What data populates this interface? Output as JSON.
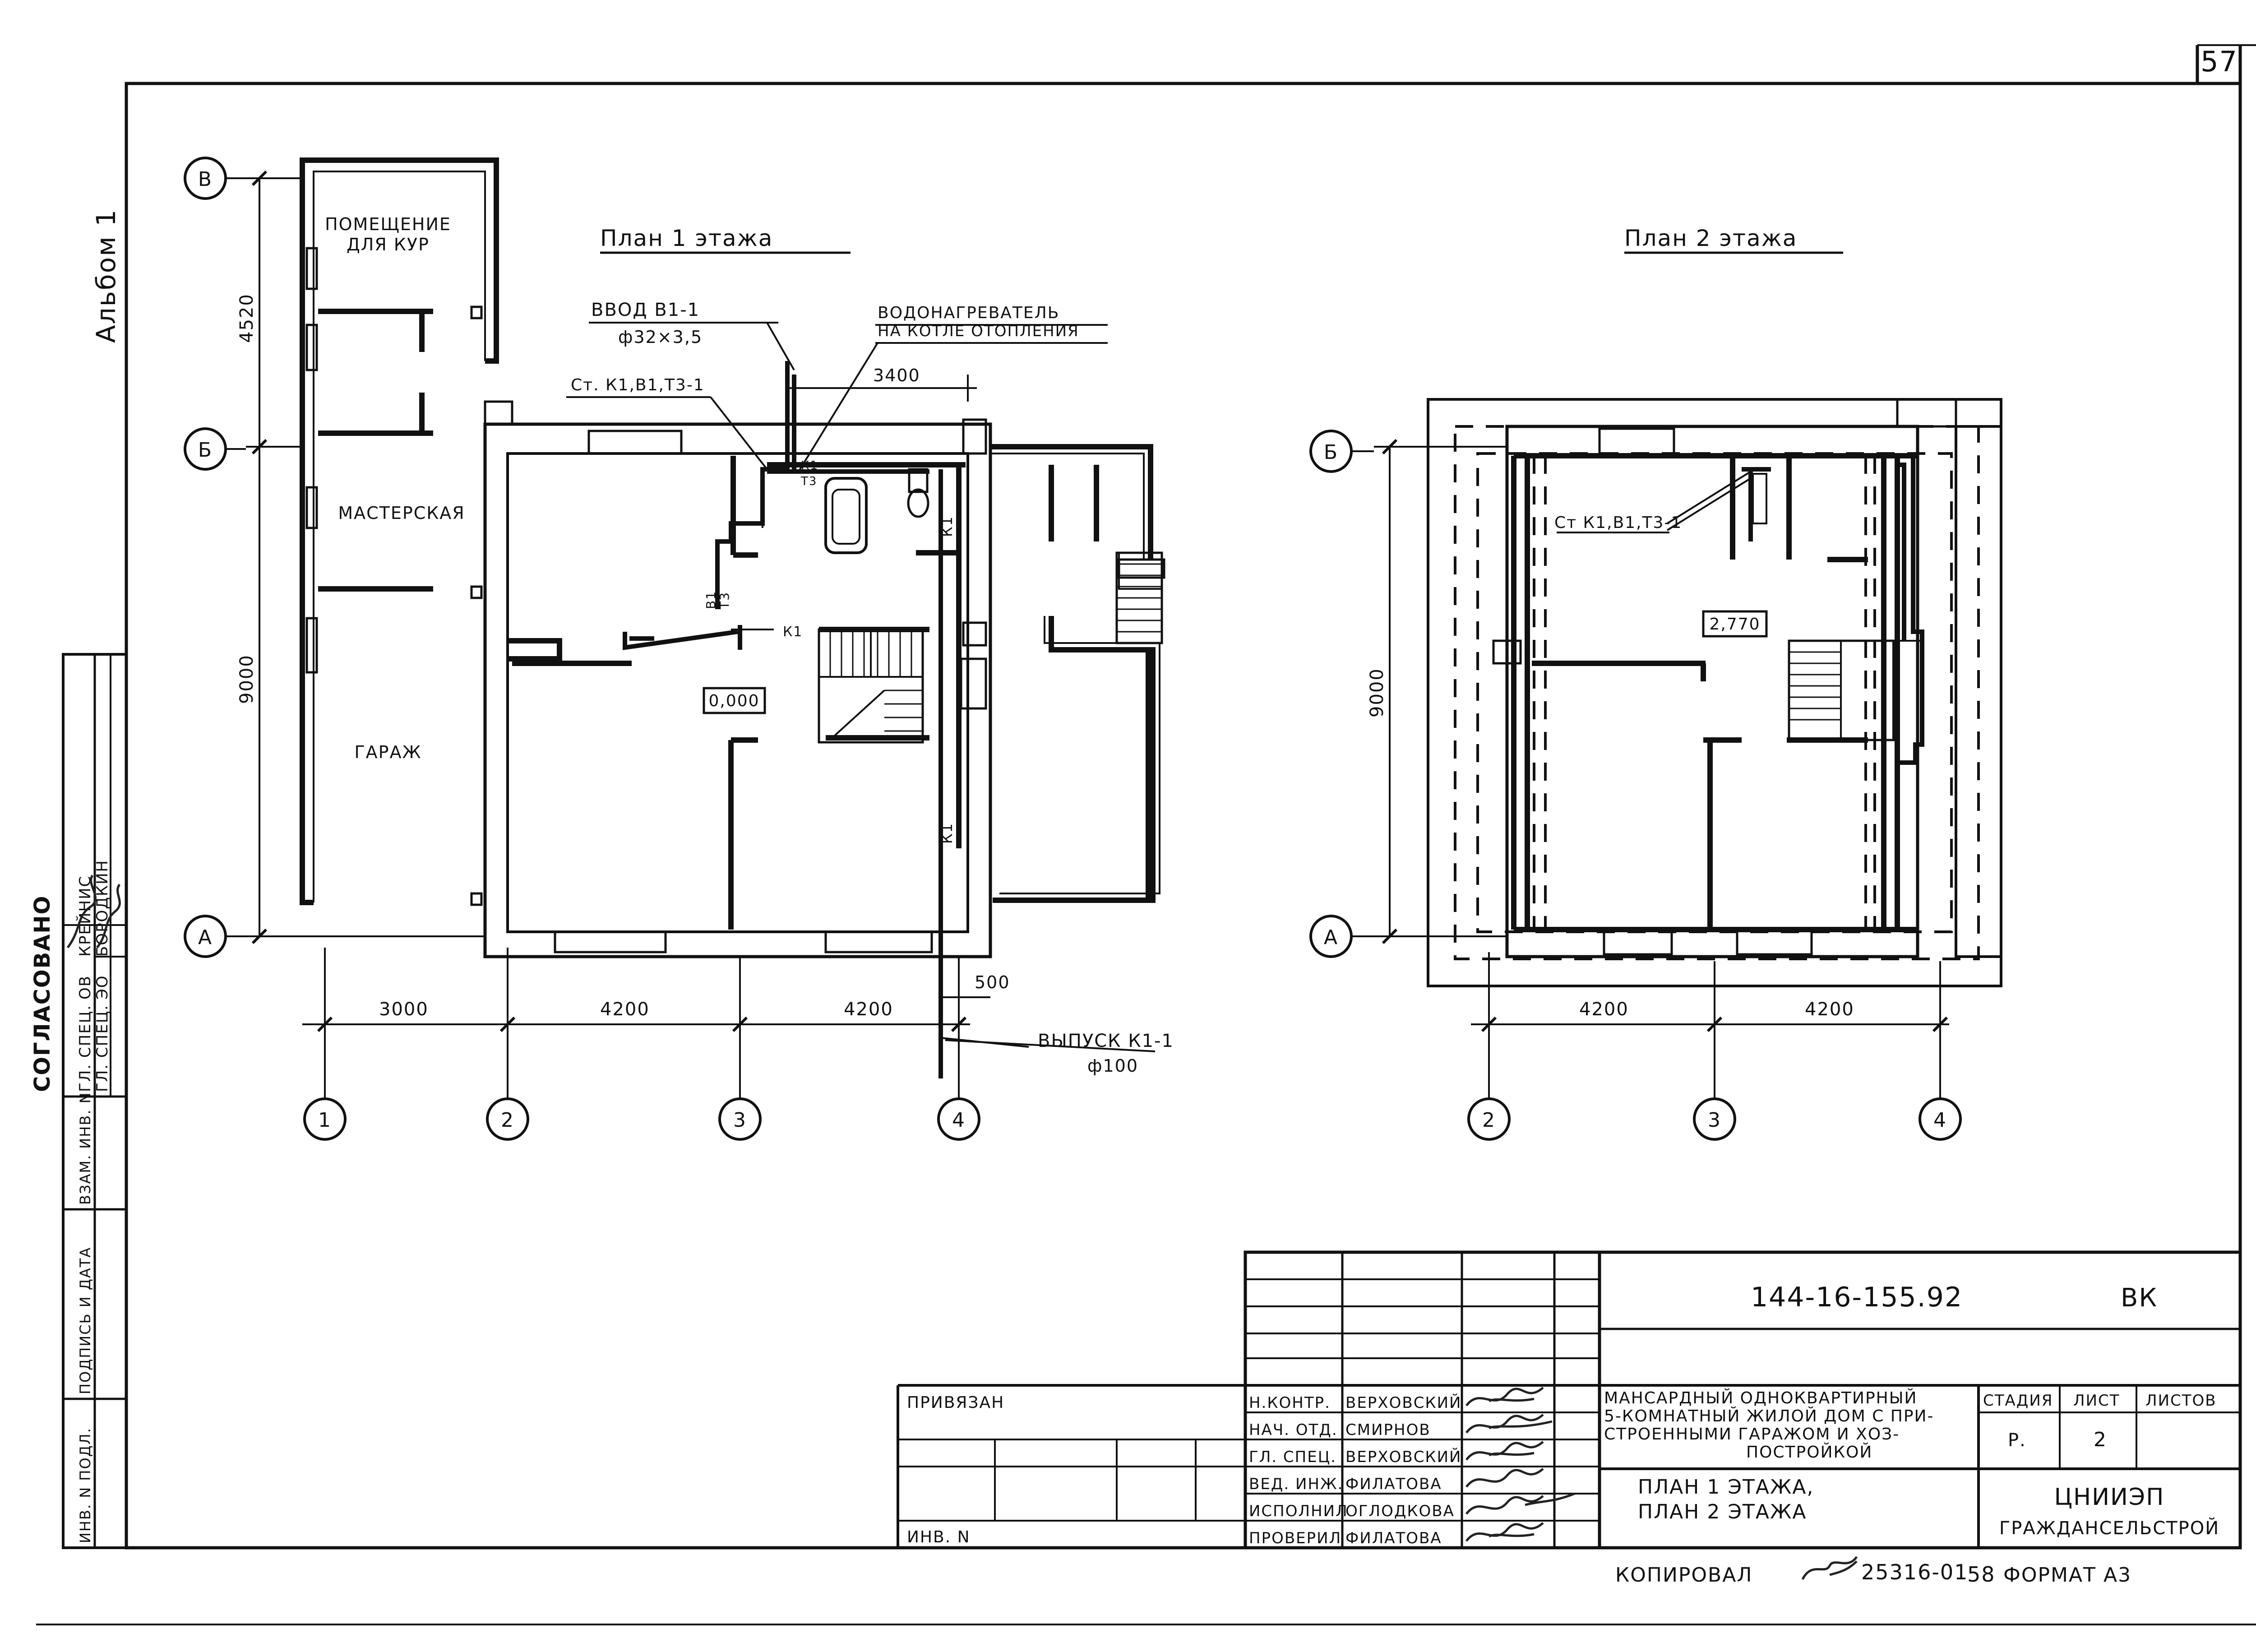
{
  "sheet": {
    "page_number": "57",
    "album": "Альбом 1",
    "copied": "КОПИРОВАЛ",
    "copy_code": "25316-01",
    "copy_num": "58",
    "format": "ФОРМАТ А3"
  },
  "approval_block": {
    "title": "СОГЛАСОВАНО",
    "row1": [
      "ГЛ. СПЕЦ.",
      "ОВ",
      "КРЕЙНИС"
    ],
    "row2": [
      "ГЛ. СПЕЦ.",
      "ЭО",
      "БОРОДКИН"
    ],
    "side_labels": [
      "ВЗАМ. ИНВ. N",
      "ПОДПИСЬ И ДАТА",
      "ИНВ. N ПОДЛ."
    ]
  },
  "plan1": {
    "title": "План 1 этажа",
    "rooms": {
      "coop1": "ПОМЕЩЕНИЕ",
      "coop2": "ДЛЯ КУР",
      "workshop": "МАСТЕРСКАЯ",
      "garage": "ГАРАЖ"
    },
    "labels": {
      "inlet": "ВВОД В1-1",
      "inlet_pipe": "ф32×3,5",
      "riser": "Ст. К1,В1,Т3-1",
      "heater1": "ВОДОНАГРЕВАТЕЛЬ",
      "heater2": "НА КОТЛЕ ОТОПЛЕНИЯ",
      "outlet": "ВЫПУСК К1-1",
      "outlet_pipe": "ф100",
      "level": "0,000",
      "k1": "К1",
      "b1": "В1",
      "t3": "Т3"
    },
    "dims": {
      "d4520": "4520",
      "d9000": "9000",
      "d3400": "3400",
      "d3000": "3000",
      "d4200a": "4200",
      "d4200b": "4200",
      "d500": "500"
    },
    "axes_rows": [
      "В",
      "Б",
      "А"
    ],
    "axes_cols": [
      "1",
      "2",
      "3",
      "4"
    ]
  },
  "plan2": {
    "title": "План 2 этажа",
    "labels": {
      "riser": "Ст К1,В1,Т3-1",
      "level": "2,770"
    },
    "dims": {
      "d9000": "9000",
      "d4200a": "4200",
      "d4200b": "4200"
    },
    "axes_rows": [
      "Б",
      "А"
    ],
    "axes_cols": [
      "2",
      "3",
      "4"
    ]
  },
  "title_block": {
    "code": "144-16-155.92",
    "mark": "ВК",
    "bound": "ПРИВЯЗАН",
    "inv": "ИНВ. N",
    "project1": "МАНСАРДНЫЙ ОДНОКВАРТИРНЫЙ",
    "project2": "5-КОМНАТНЫЙ ЖИЛОЙ ДОМ С ПРИ-",
    "project3": "СТРОЕННЫМИ ГАРАЖОМ И ХОЗ-",
    "project4": "ПОСТРОЙКОЙ",
    "sheet_title1": "ПЛАН 1 ЭТАЖА,",
    "sheet_title2": "ПЛАН 2 ЭТАЖА",
    "stage_h": "СТАДИЯ",
    "sheet_h": "ЛИСТ",
    "sheets_h": "ЛИСТОВ",
    "stage": "Р.",
    "sheet": "2",
    "org1": "ЦНИИЭП",
    "org2": "ГРАЖДАНСЕЛЬСТРОЙ",
    "roles": [
      {
        "role": "Н.КОНТР.",
        "name": "ВЕРХОВСКИЙ"
      },
      {
        "role": "НАЧ. ОТД.",
        "name": "СМИРНОВ"
      },
      {
        "role": "ГЛ. СПЕЦ.",
        "name": "ВЕРХОВСКИЙ"
      },
      {
        "role": "ВЕД. ИНЖ.",
        "name": "ФИЛАТОВА"
      },
      {
        "role": "ИСПОЛНИЛ",
        "name": "ОГЛОДКОВА"
      },
      {
        "role": "ПРОВЕРИЛ",
        "name": "ФИЛАТОВА"
      }
    ]
  }
}
